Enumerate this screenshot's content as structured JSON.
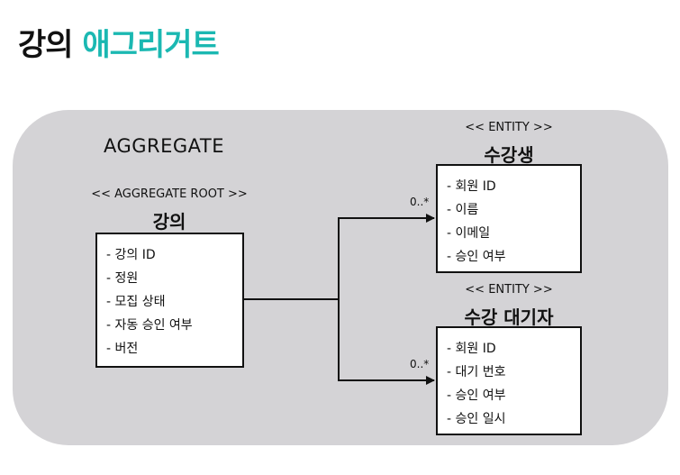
{
  "title": {
    "plain": "강의",
    "accent": "애그리거트"
  },
  "aggregate": {
    "label": "AGGREGATE"
  },
  "root": {
    "stereotype": "<< AGGREGATE ROOT >>",
    "name": "강의",
    "attributes": [
      "- 강의 ID",
      "- 정원",
      "- 모집 상태",
      "- 자동 승인 여부",
      "- 버전"
    ]
  },
  "entities": [
    {
      "stereotype": "<< ENTITY >>",
      "name": "수강생",
      "multiplicity": "0..*",
      "attributes": [
        "- 회원 ID",
        "- 이름",
        "- 이메일",
        "- 승인 여부"
      ]
    },
    {
      "stereotype": "<< ENTITY >>",
      "name": "수강 대기자",
      "multiplicity": "0..*",
      "attributes": [
        "- 회원 ID",
        "- 대기 번호",
        "- 승인 여부",
        "- 승인 일시"
      ]
    }
  ],
  "colors": {
    "accent": "#1bb8b2",
    "region": "#d4d3d6",
    "ink": "#111111"
  }
}
